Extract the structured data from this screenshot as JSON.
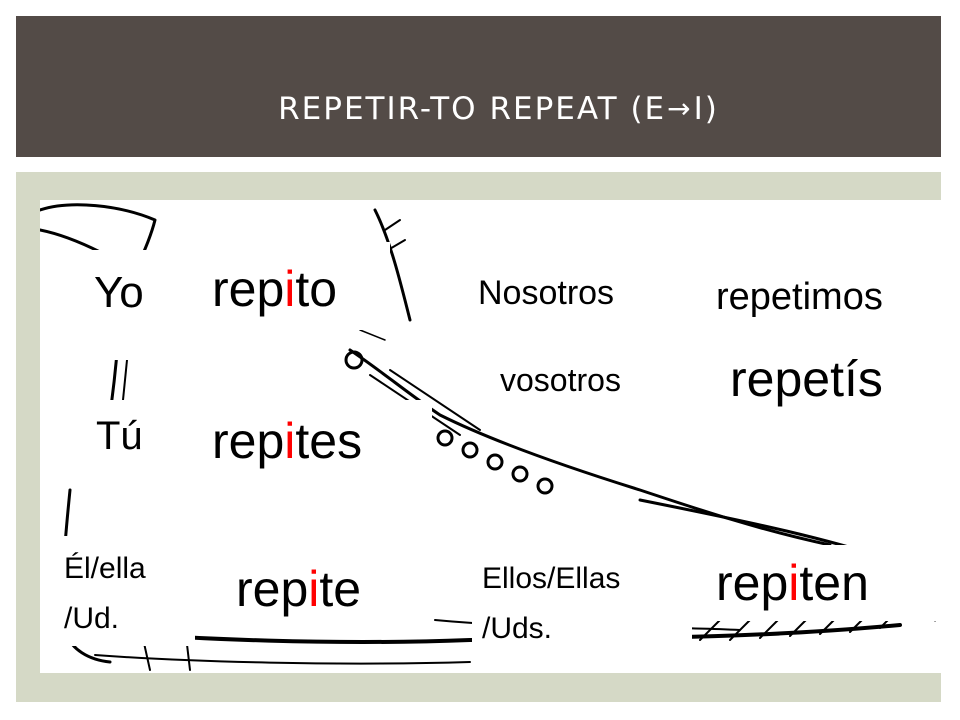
{
  "title": {
    "before": "REPETIR-TO REPEAT (E",
    "arrow": "→",
    "after": "I)"
  },
  "conjugations": {
    "yo": {
      "pronoun": "Yo",
      "pre": "rep",
      "hl": "i",
      "post": "to"
    },
    "tu": {
      "pronoun": "Tú",
      "pre": "rep",
      "hl": "i",
      "post": "tes"
    },
    "el": {
      "pronoun_line1": "Él/ella",
      "pronoun_line2": "/Ud.",
      "pre": "rep",
      "hl": "i",
      "post": "te"
    },
    "nosotros": {
      "pronoun": "Nosotros",
      "form": "repetimos"
    },
    "vosotros": {
      "pronoun": "vosotros",
      "form": "repetís"
    },
    "ellos": {
      "pronoun_line1": "Ellos/Ellas",
      "pronoun_line2": "/Uds.",
      "pre": "rep",
      "hl": "i",
      "post": "ten"
    }
  },
  "colors": {
    "title_bg": "#534b47",
    "panel_bg": "#d5d9c6",
    "highlight": "#ff0000"
  },
  "icons": {
    "title_arrow": "right-arrow-icon",
    "illustration": "boot-illustration"
  }
}
